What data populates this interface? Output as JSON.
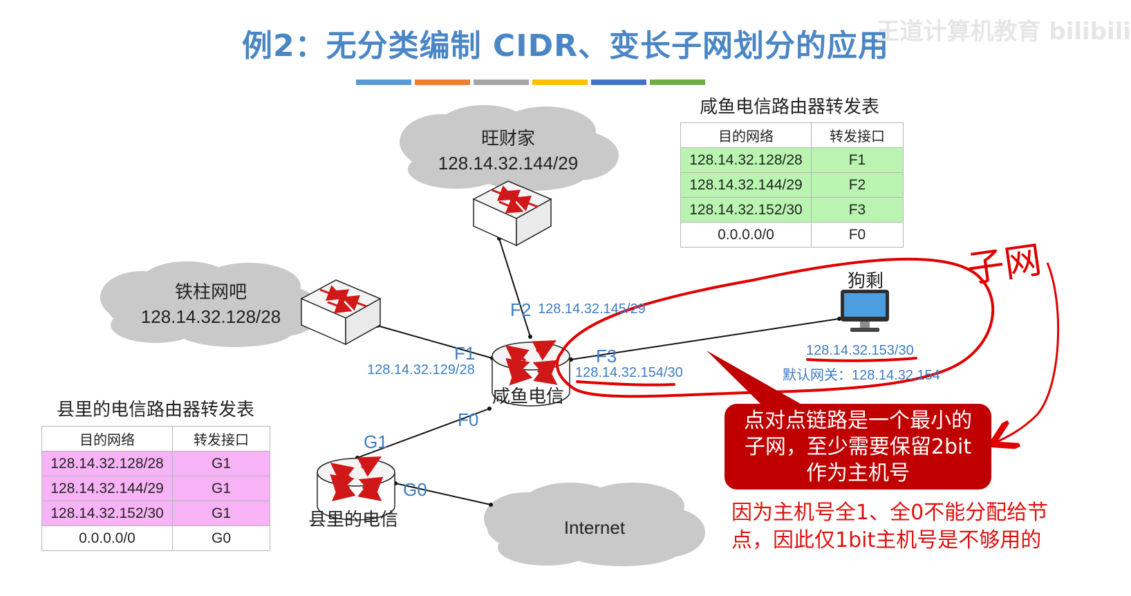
{
  "title": "例2：无分类编制 CIDR、变长子网划分的应用",
  "watermark": "王道计算机教育 bilibili",
  "color_bars": [
    "#5b9bd5",
    "#ed7d31",
    "#a5a5a5",
    "#ffc000",
    "#4472c4",
    "#70ad47"
  ],
  "xianyu_table": {
    "title": "咸鱼电信路由器转发表",
    "headers": [
      "目的网络",
      "转发接口"
    ],
    "rows": [
      {
        "net": "128.14.32.128/28",
        "iface": "F1"
      },
      {
        "net": "128.14.32.144/29",
        "iface": "F2"
      },
      {
        "net": "128.14.32.152/30",
        "iface": "F3"
      },
      {
        "net": "0.0.0.0/0",
        "iface": "F0"
      }
    ],
    "highlight_color": "#b9f5b0"
  },
  "county_table": {
    "title": "县里的电信路由器转发表",
    "headers": [
      "目的网络",
      "转发接口"
    ],
    "rows": [
      {
        "net": "128.14.32.128/28",
        "iface": "G1"
      },
      {
        "net": "128.14.32.144/29",
        "iface": "G1"
      },
      {
        "net": "128.14.32.152/30",
        "iface": "G1"
      },
      {
        "net": "0.0.0.0/0",
        "iface": "G0"
      }
    ],
    "highlight_color": "#f7b3f5"
  },
  "nodes": {
    "wangcai": {
      "name": "旺财家",
      "subnet": "128.14.32.144/29"
    },
    "tiezhu": {
      "name": "铁柱网吧",
      "subnet": "128.14.32.128/28"
    },
    "goushen": {
      "name": "狗剩",
      "ip": "128.14.32.153/30",
      "gateway": "默认网关：128.14.32.154"
    },
    "xianyu_router": {
      "name": "咸鱼电信"
    },
    "county_router": {
      "name": "县里的电信"
    },
    "internet": {
      "name": "Internet"
    }
  },
  "interfaces": {
    "f1": {
      "name": "F1",
      "ip": "128.14.32.129/28"
    },
    "f2": {
      "name": "F2",
      "ip": "128.14.32.145/29"
    },
    "f3": {
      "name": "F3",
      "ip": "128.14.32.154/30"
    },
    "f0": {
      "name": "F0"
    },
    "g1": {
      "name": "G1"
    },
    "g0": {
      "name": "G0"
    }
  },
  "annotation": {
    "handwritten": "子网",
    "callout": [
      "点对点链路是一个最小的",
      "子网，至少需要保留2bit",
      "作为主机号"
    ],
    "note": [
      "因为主机号全1、全0不能分配给节",
      "点，因此仅1bit主机号是不够用的"
    ],
    "annotation_color": "#e00000",
    "callout_color": "#c00000"
  }
}
